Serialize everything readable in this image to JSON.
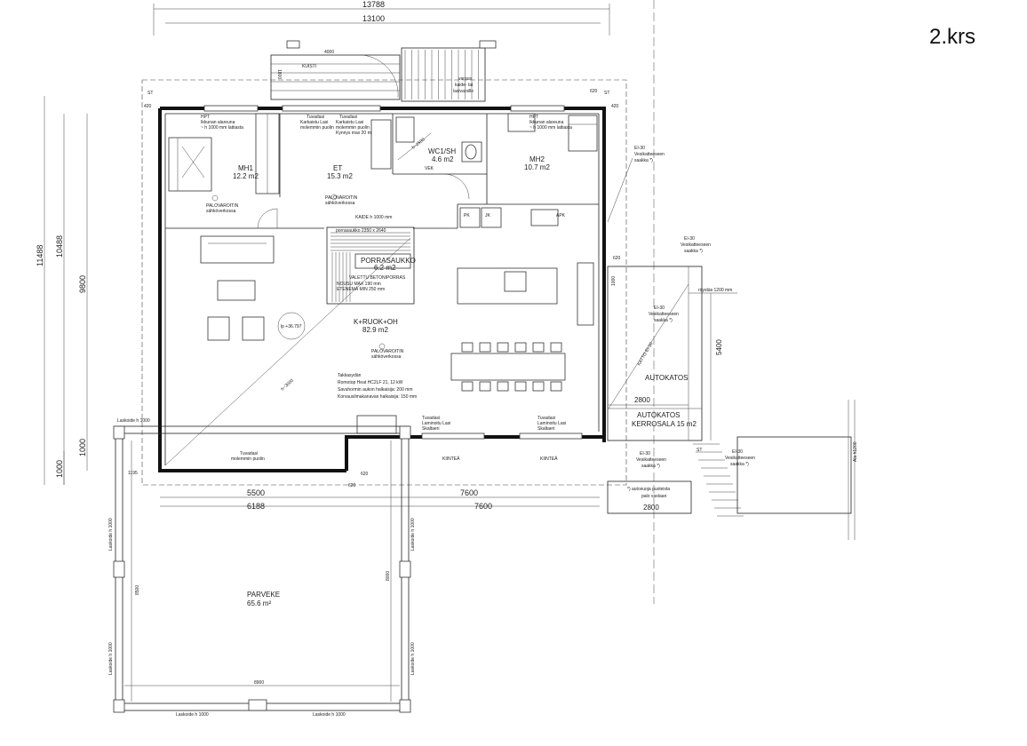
{
  "floor_label": "2.krs",
  "overall_dims": {
    "outer_width": "13788",
    "inner_width": "13100"
  },
  "kuisti": {
    "label": "KUISTI",
    "dim_top": "4000",
    "dim_side": "1800"
  },
  "rooms": {
    "mh1": {
      "name": "MH1",
      "area": "12.2 m2"
    },
    "mh2": {
      "name": "MH2",
      "area": "10.7 m2"
    },
    "et": {
      "name": "ET",
      "area": "15.3 m2"
    },
    "wc": {
      "name": "WC1/SH",
      "area": "4.6 m2"
    },
    "porras": {
      "name": "PORRASAUKKO",
      "area": "6.2 m2"
    },
    "kruokoh": {
      "name": "K+RUOK+OH",
      "area": "82.9 m2"
    },
    "autokatos": {
      "name": "AUTOKATOS"
    },
    "autokatos_kerrosala": {
      "name": "AUTOKATOS",
      "sub": "KERROSALA 15 m2"
    },
    "parveke": {
      "name": "PARVEKE",
      "area": "65.6 m²"
    }
  },
  "notes": {
    "hpt_left": [
      "HPT",
      "Ikkunan alareuna",
      "~ h 1000 mm lattiasta"
    ],
    "hpt_right": [
      "HPT",
      "Ikkunan alareuna",
      "~ h 1000 mm lattiasta"
    ],
    "palovaroitin_mh1": [
      "PALOVAROITIN",
      "sähköverkossa"
    ],
    "palovaroitin_et": [
      "PALOVAROITIN",
      "sähköverkossa"
    ],
    "palovaroitin_oh": [
      "PALOVAROITIN",
      "sähköverkossa"
    ],
    "tuvadasi_left": [
      "Tuvadasi",
      "Karkaistu Lasi",
      "molemmin puolin"
    ],
    "tuvadasi_right": [
      "Tuvadasi",
      "Karkaistu Lasi",
      "molemmin puolin",
      "Kynnys max 20 mm"
    ],
    "varaus": [
      "varaus",
      "kaide- tai",
      "lasivarsille"
    ],
    "kaide": "KAIDE h 1000 mm",
    "porras_notes": [
      "VALETTU BETONIPORRAS",
      "NOUSU MAX 190 mm",
      "ETENEMÄ MIN 250 mm"
    ],
    "porras_small": "porrasaukko 2350 x 2640",
    "lp": "lp +36.797",
    "takka": [
      "Takkasydän",
      "Romotop Heat HC2LF 21, 12 kW",
      "Savuhormin aukon halkaisija: 200 mm",
      "Korvausilmakanavan halkaisija: 150 mm"
    ],
    "ei30_1": [
      "EI-30",
      "Vesikatteeseen",
      "saakka *)"
    ],
    "ei30_2": [
      "EI-30",
      "Vesikatteeseen",
      "saakka *)"
    ],
    "ei30_3": [
      "EI-30",
      "Vesikatteeseen",
      "saakka *)"
    ],
    "ei30_4": [
      "EI-30",
      "Vesikatteeseen",
      "saakka *)"
    ],
    "ei30_5": [
      "EI-30",
      "Vesikatteeseen",
      "saakka *)"
    ],
    "autosuoja": [
      "*) autosuoja puoleista",
      "palo vastaan"
    ],
    "katto": "KATTO EI-30",
    "raystas": "räystäs 1200 mm",
    "ala_h": "Ala h1200",
    "tuvadasi_b1": [
      "Tuvadasi",
      "Laminoitu Lasi",
      "Skaltaeri"
    ],
    "tuvadasi_b2": [
      "Tuvadasi",
      "Laminoitu Lasi",
      "Skaltaeri"
    ],
    "tuvadasi_bottom": [
      "Tuvadasi",
      "molemmin puolin"
    ],
    "kiinteä": "KIINTEÄ",
    "pk": "PK",
    "jk": "JK",
    "apk": "APK",
    "vek": "VEK",
    "h2500": "h~2500",
    "h3000": "h~3000",
    "st": "ST"
  },
  "dimensions": {
    "left": [
      "11488",
      "10488",
      "9800",
      "1000",
      "1000"
    ],
    "bottom_a": [
      "5500",
      "7600"
    ],
    "bottom_b": [
      "6188",
      "7600"
    ],
    "right_5400": "5400",
    "autokatos_2800_a": "2800",
    "autokatos_2800_b": "2800",
    "side_420_l": "420",
    "side_420_r": "420",
    "side_620_top": "620",
    "side_620_r": "620",
    "side_620_b": "620",
    "side_620_c": "620",
    "d_1195": "1195",
    "d_1000": "1000",
    "parveke_8500": "8500",
    "parveke_8000": "8000",
    "parveke_8900": "8900",
    "laskoide_1000": "Laskoide h 1000"
  }
}
